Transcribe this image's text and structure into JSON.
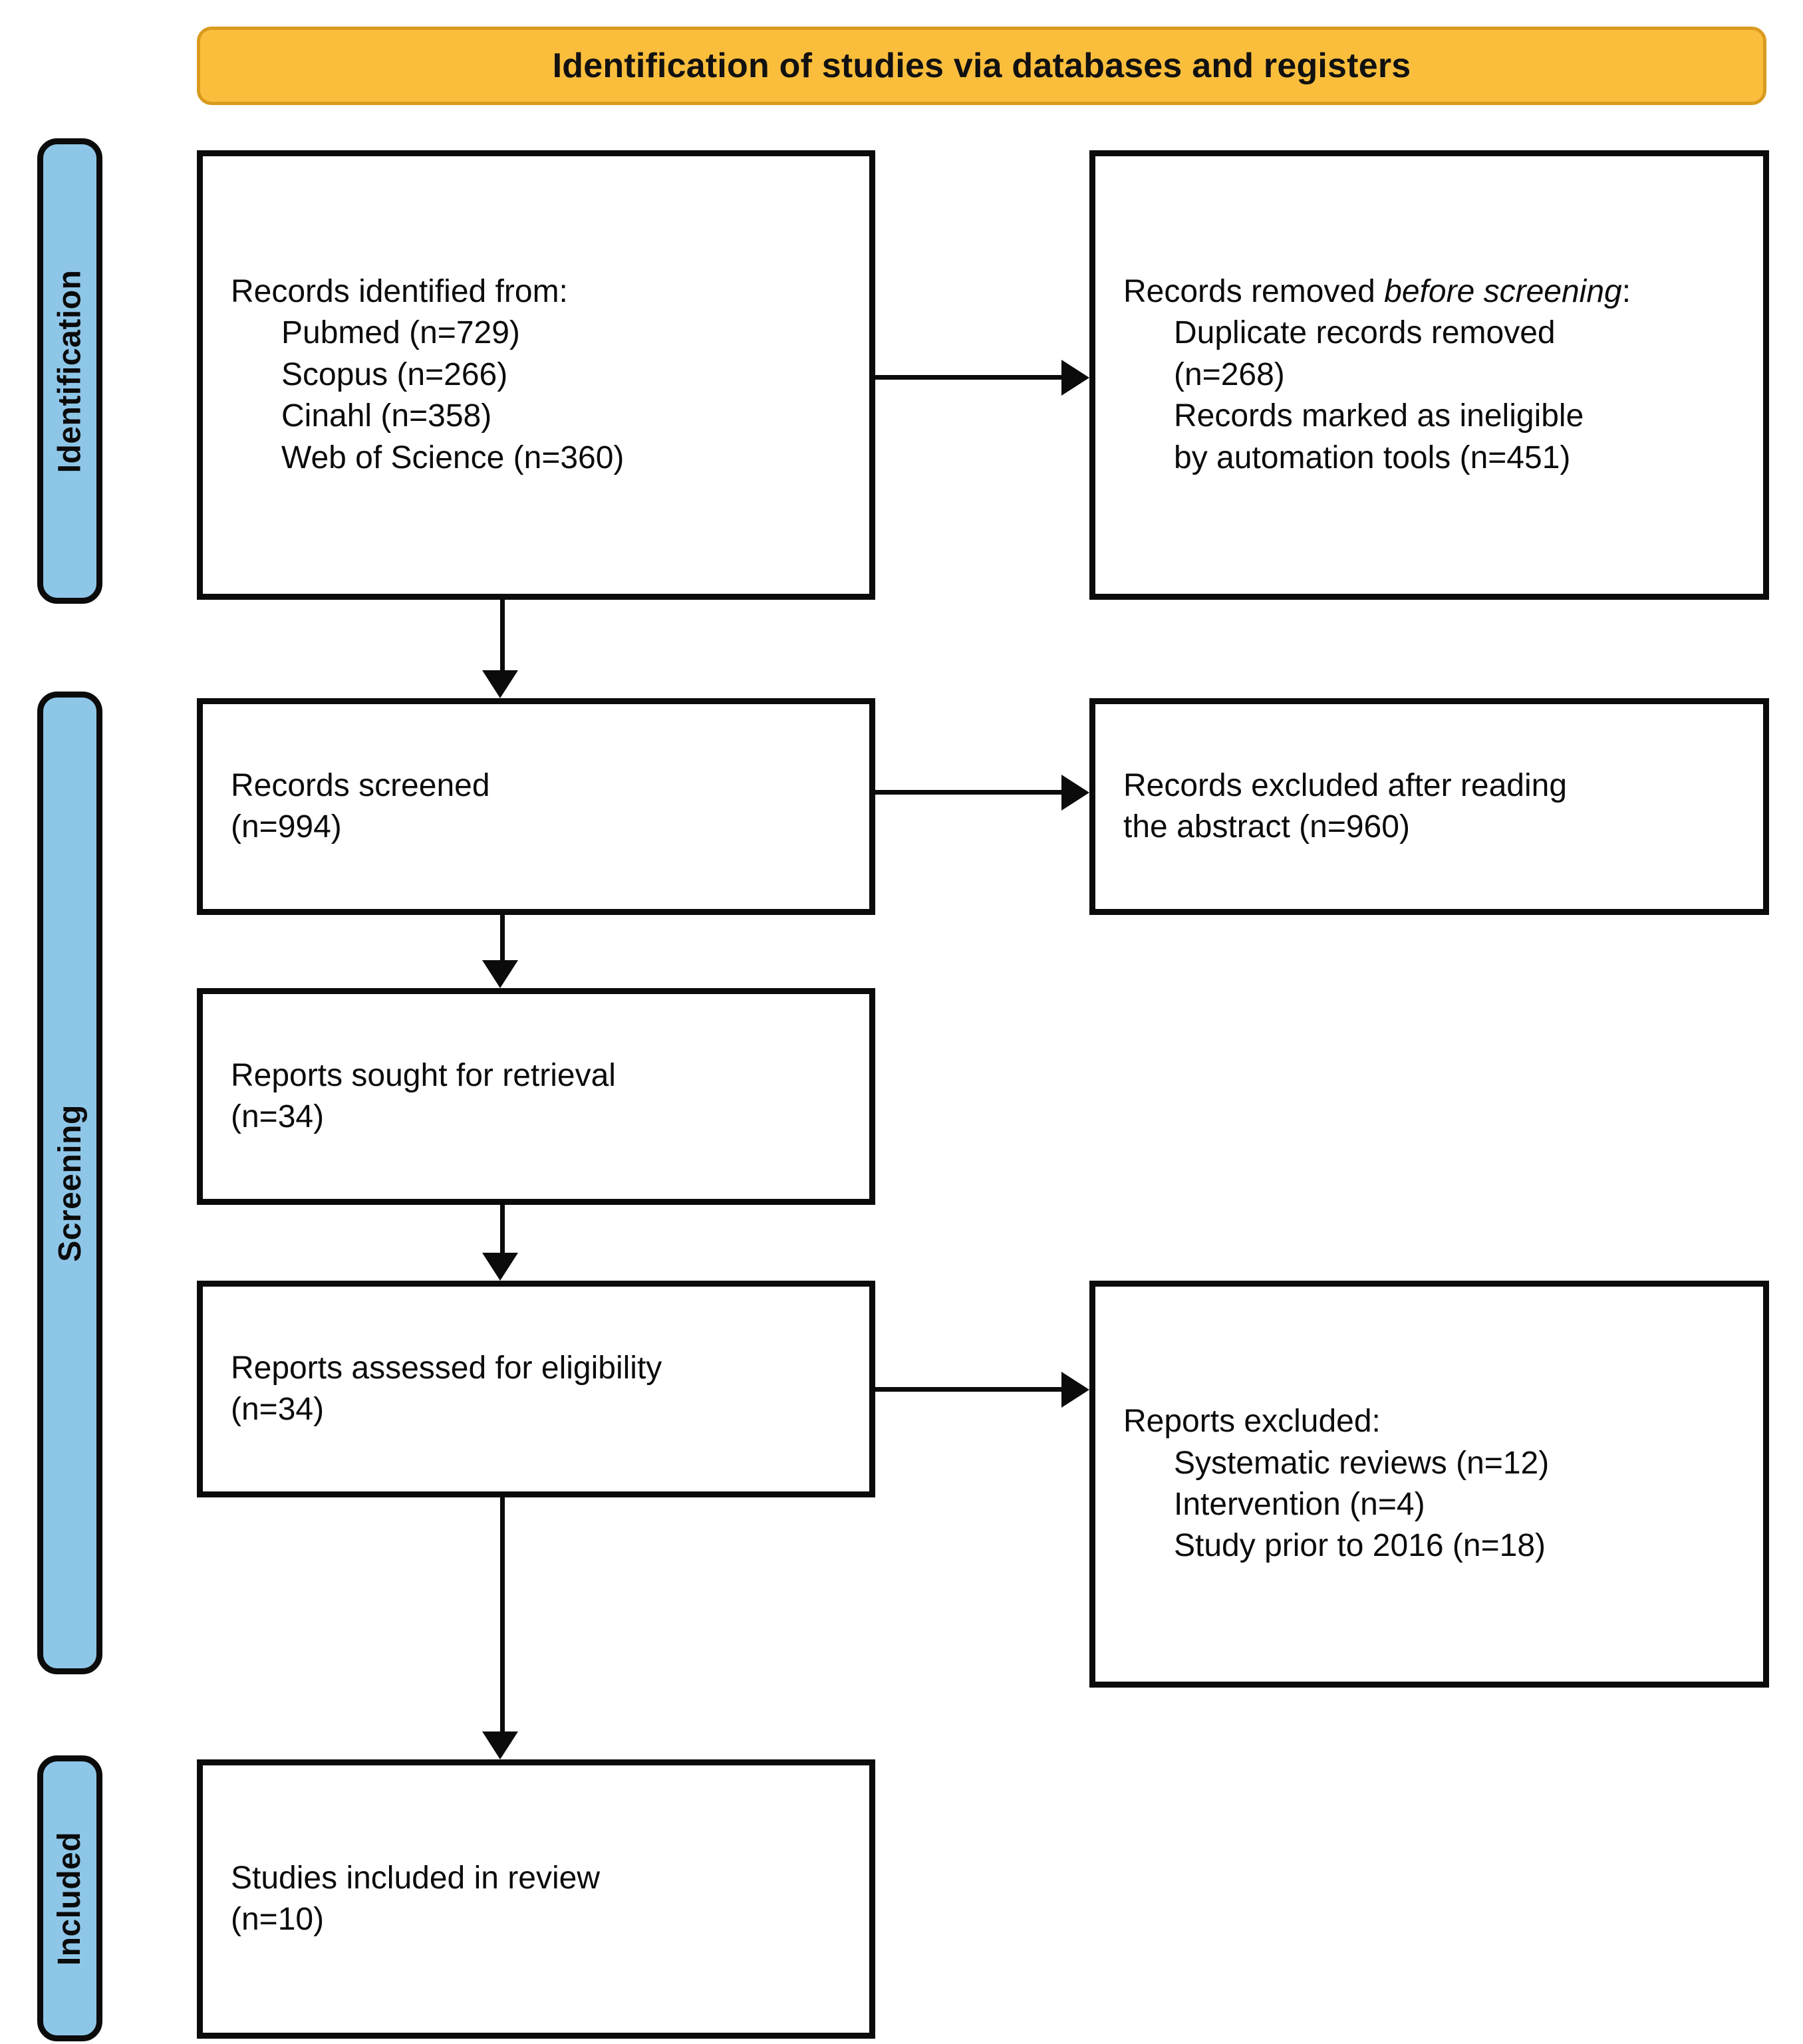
{
  "diagram": {
    "type": "prisma-flow-diagram",
    "header": {
      "title": "Identification of studies via databases and registers"
    },
    "stages": [
      {
        "id": "identification",
        "label": "Identification"
      },
      {
        "id": "screening",
        "label": "Screening"
      },
      {
        "id": "included",
        "label": "Included"
      }
    ],
    "boxes": {
      "identified": {
        "title": "Records identified from:",
        "items": [
          "Pubmed (n=729)",
          "Scopus (n=266)",
          "Cinahl (n=358)",
          "Web of Science (n=360)"
        ]
      },
      "removed": {
        "title_lead": "Records removed ",
        "title_italic": "before screening",
        "title_tail": ":",
        "items": [
          "Duplicate records removed",
          "(n=268)",
          "Records marked as ineligible",
          "by automation tools (n=451)"
        ]
      },
      "screened": {
        "line1": "Records screened",
        "line2": "(n=994)"
      },
      "excluded_abstract": {
        "line1": "Records excluded after reading",
        "line2": "the abstract (n=960)"
      },
      "sought": {
        "line1": "Reports sought for retrieval",
        "line2": "(n=34)"
      },
      "assessed": {
        "line1": "Reports assessed for eligibility",
        "line2": "(n=34)"
      },
      "excluded_reports": {
        "title": "Reports excluded:",
        "items": [
          "Systematic reviews (n=12)",
          "Intervention (n=4)",
          "Study prior to 2016 (n=18)"
        ]
      },
      "included": {
        "line1": "Studies included in review",
        "line2": "(n=10)"
      }
    },
    "colors": {
      "header_fill": "#FBBE3C",
      "header_border": "#D99A1E",
      "stage_fill": "#8EC6E8",
      "outline": "#0b0b0b",
      "box_fill": "#ffffff"
    },
    "counts": {
      "pubmed": 729,
      "scopus": 266,
      "cinahl": 358,
      "web_of_science": 360,
      "duplicates_removed": 268,
      "ineligible_automation": 451,
      "records_screened": 994,
      "records_excluded_abstract": 960,
      "reports_sought": 34,
      "reports_assessed": 34,
      "excluded_systematic_reviews": 12,
      "excluded_intervention": 4,
      "excluded_prior_2016": 18,
      "studies_included": 10
    }
  }
}
